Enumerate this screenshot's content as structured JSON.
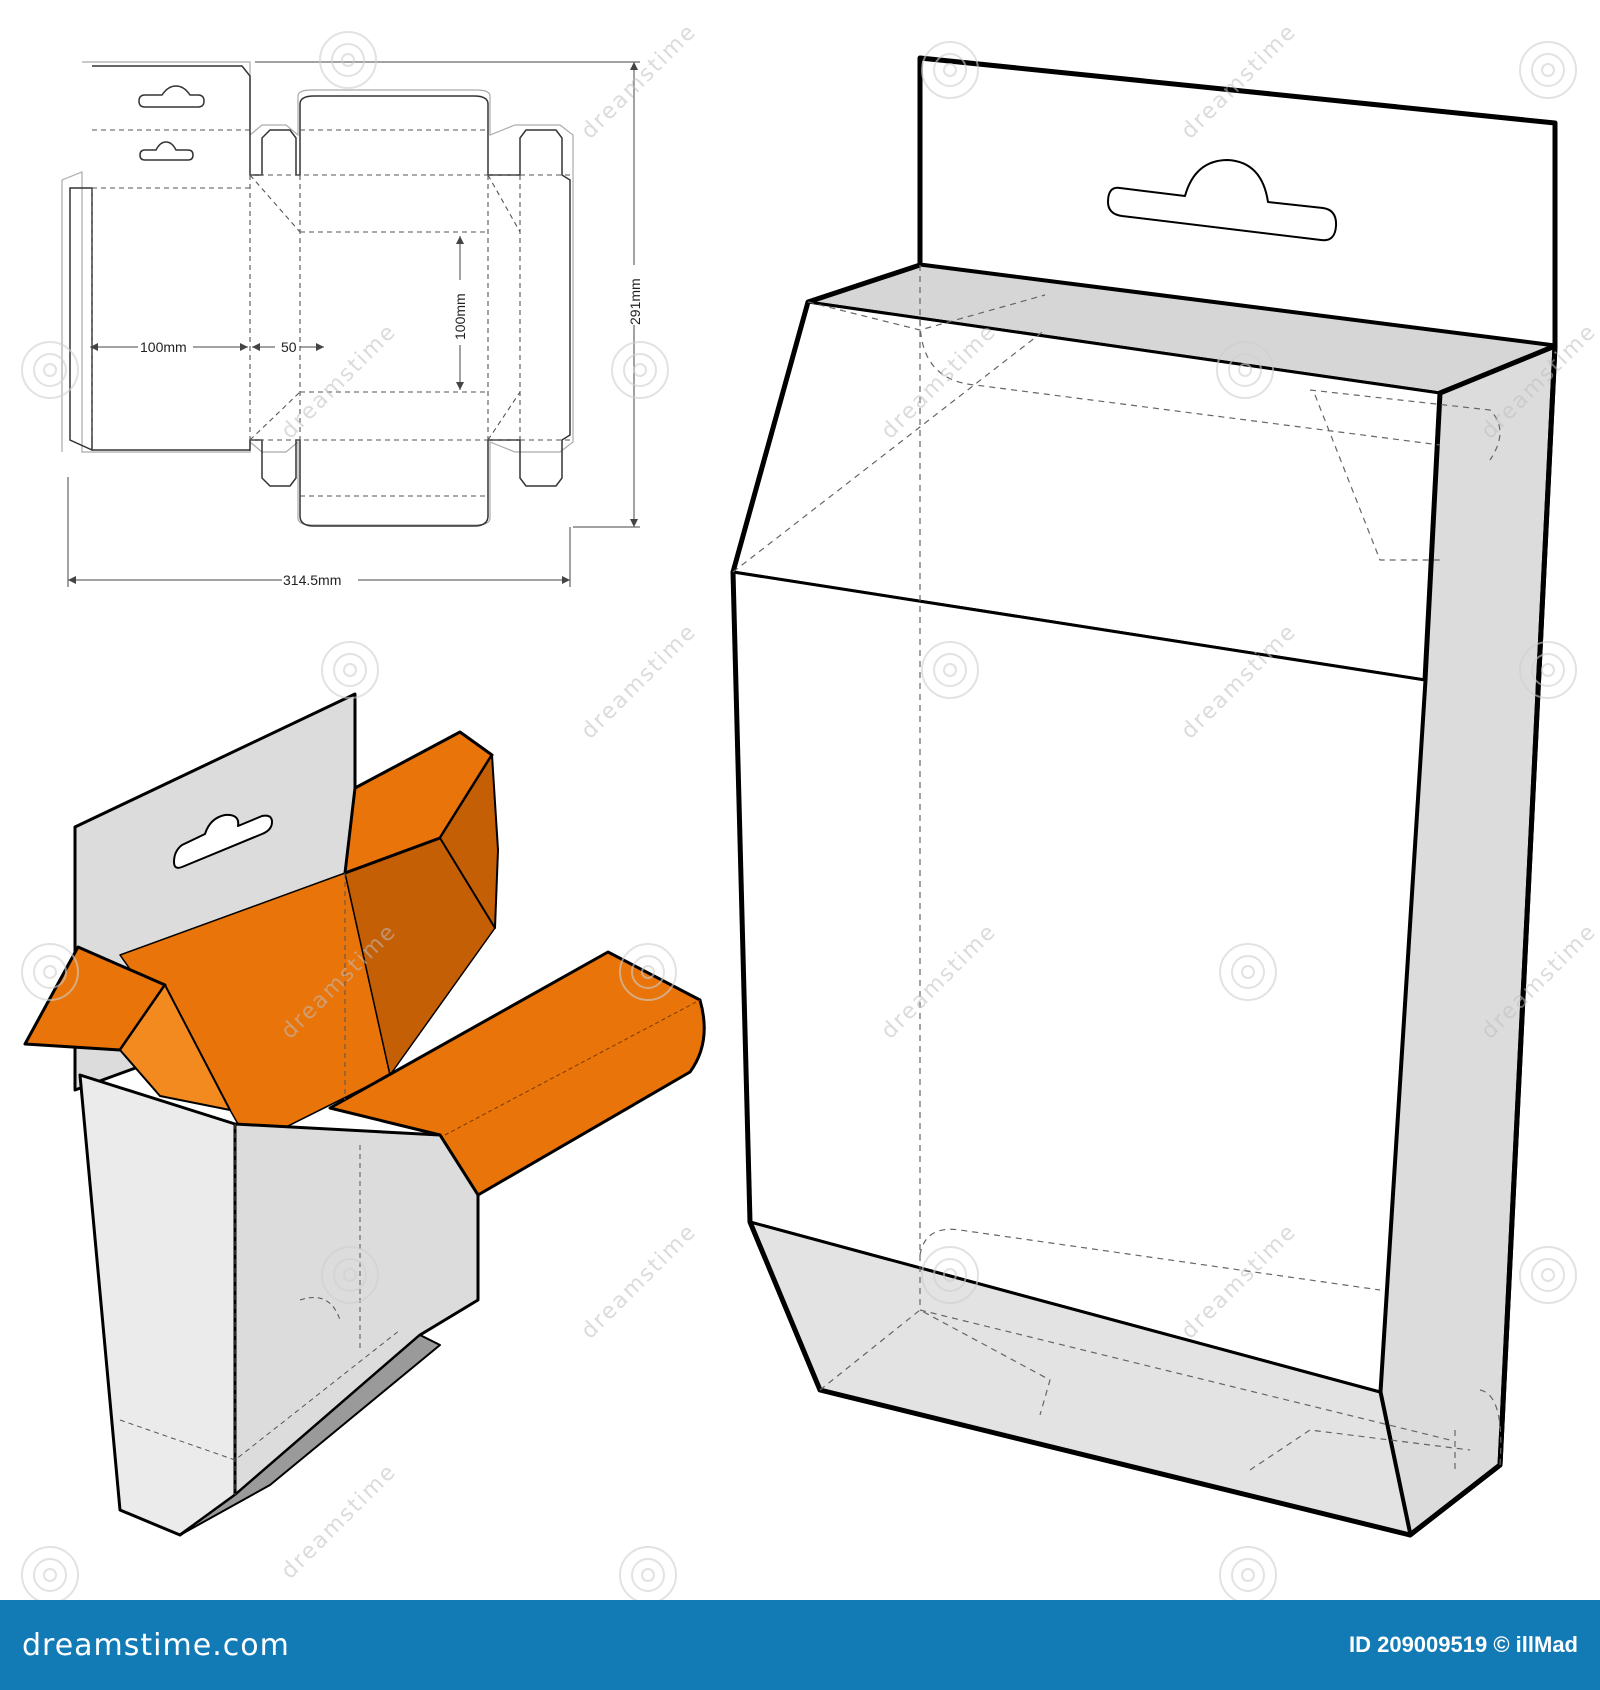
{
  "dieline": {
    "width_label": "100mm",
    "depth_label": "50",
    "height_label": "100mm",
    "total_height_label": "291mm",
    "total_width_label": "314.5mm"
  },
  "watermark": {
    "text": "dreamstime"
  },
  "footer": {
    "brand": "dreamstime.com",
    "image_id": "ID 209009519 © illMad"
  },
  "colors": {
    "orange": "#e8740a",
    "orange_dark": "#c55f05",
    "panel_gray": "#dddddd",
    "panel_light": "#eeeeee",
    "footer_blue": "#127ab5"
  }
}
